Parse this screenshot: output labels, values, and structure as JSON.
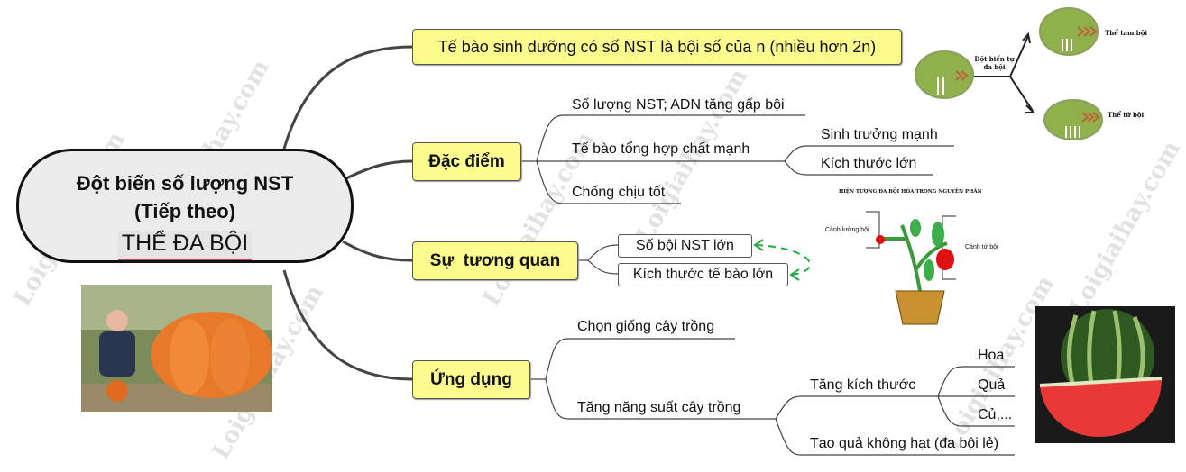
{
  "watermark": "Loigiaihay.com",
  "center": {
    "line1": "Đột biến số lượng NST",
    "line2": "(Tiếp theo)",
    "subtitle": "THỂ ĐA BỘI"
  },
  "definition": "Tế bào sinh dưỡng có số NST là bội số của n (nhiều hơn 2n)",
  "features": {
    "label": "Đặc điểm",
    "items": [
      "Số lượng NST; ADN tăng gấp bội",
      "Tế bào tổng hợp chất mạnh",
      "Chống chịu tốt"
    ],
    "sub": [
      "Sinh trưởng mạnh",
      "Kích thước lớn"
    ]
  },
  "correlation": {
    "label": "Sự  tương quan",
    "items": [
      "Số bội NST lớn",
      "Kích thước tế bào lớn"
    ],
    "arrow_color": "#22aa44"
  },
  "application": {
    "label": "Ứng dụng",
    "items": [
      "Chọn giống cây trồng",
      "Tăng năng suất cây trồng"
    ],
    "sub": [
      "Tăng kích thước",
      "Tạo quả không hạt (đa bội lẻ)"
    ],
    "size_items": [
      "Hoa",
      "Quả",
      "Củ,..."
    ]
  },
  "cell_diagram": {
    "mutation": "Đột biến tự đa bội",
    "triploid": "Thể tam bội",
    "tetraploid": "Thể tứ bội"
  },
  "plant_diagram": {
    "title": "HIỆN TƯỢNG ĐA BỘI HÓA TRONG NGUYÊN PHÂN",
    "left": "Cành lưỡng bội",
    "right": "Cành tứ bội"
  },
  "colors": {
    "node_fill": "#fbfb8e",
    "center_fill": "#ebebeb",
    "line": "#444444"
  }
}
